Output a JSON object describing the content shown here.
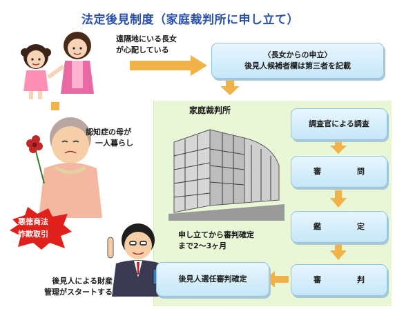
{
  "title": "法定後見制度（家庭裁判所に申し立て）",
  "family": {
    "daughter_note_line1": "遠隔地にいる長女",
    "daughter_note_line2": "が心配している",
    "mother_note_line1": "認知症の母が",
    "mother_note_line2": "一人暮らし"
  },
  "scam_badge": {
    "line1": "悪徳商法",
    "line2": "詐欺取引"
  },
  "petition": {
    "line1": "〈長女からの申立〉",
    "line2": "後見人候補者欄は第三者を記載"
  },
  "court_label": "家庭裁判所",
  "steps": {
    "investigation": "調査官による調査",
    "hearing": [
      "審",
      "問"
    ],
    "appraisal": [
      "鑑",
      "定"
    ],
    "judgment": [
      "審",
      "判"
    ]
  },
  "timeline": {
    "line1": "申し立てから審判確定",
    "line2": "まで2〜3ヶ月"
  },
  "decision_box": "後見人選任審判確定",
  "outcome": {
    "line1": "後見人による財産",
    "line2": "管理がスタートする"
  },
  "colors": {
    "title": "#2a4fa8",
    "arrow": "#f2b24a",
    "court_bg": "#eaf7d7",
    "box_bg": "#c6e7f8",
    "scam_bg": "#e0201a"
  }
}
